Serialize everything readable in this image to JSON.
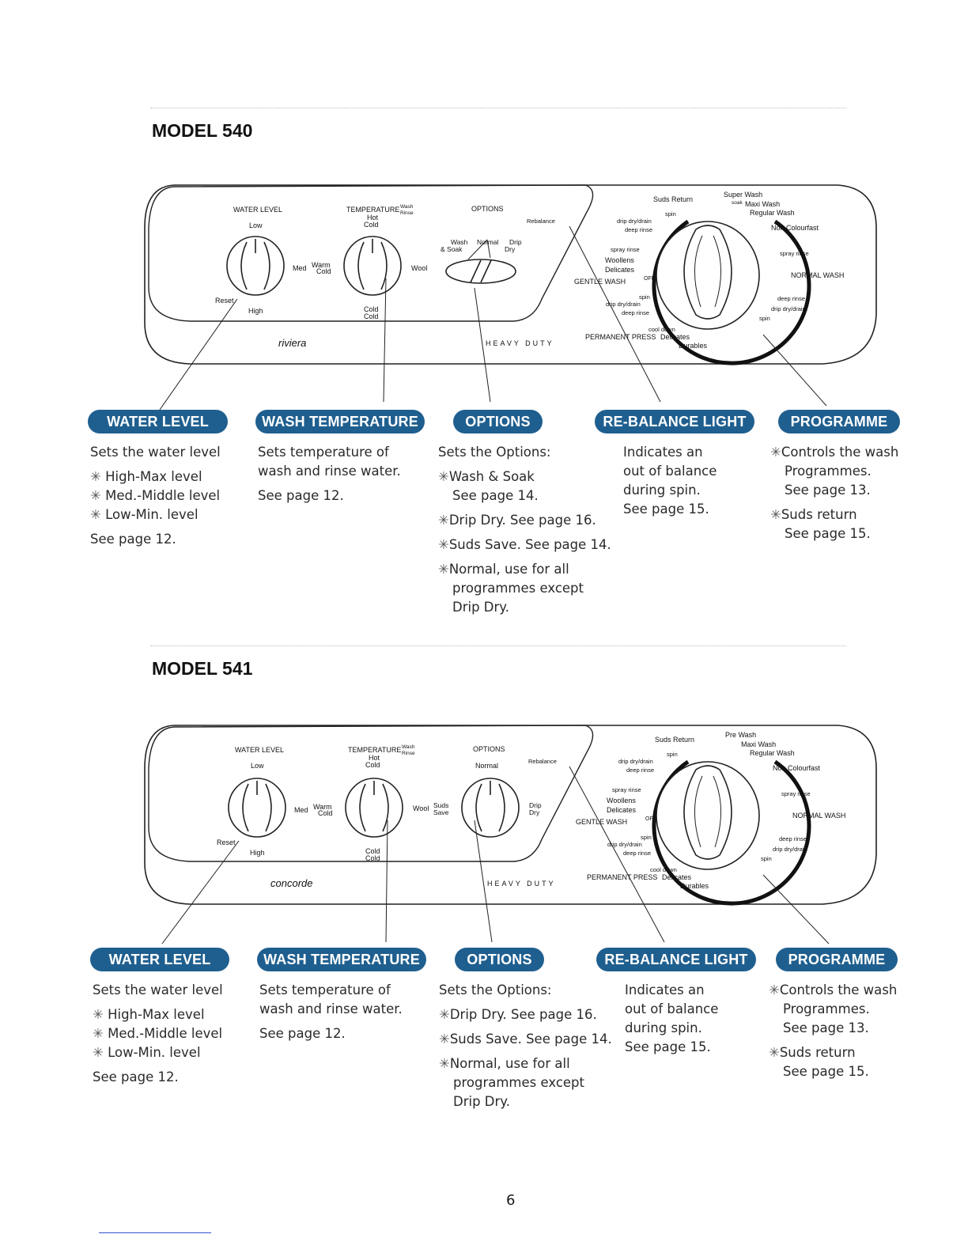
{
  "model540": {
    "title": "MODEL 540",
    "panel": {
      "water_level": "WATER LEVEL",
      "low": "Low",
      "med": "Med",
      "high": "High",
      "reset": "Reset",
      "temperature": "TEMPERATURE",
      "wash": "Wash",
      "rinse": "Rinse",
      "hot": "Hot",
      "cold": "Cold",
      "warm": "Warm",
      "wool": "Wool",
      "options": "OPTIONS",
      "rebalance": "Rebalance",
      "wash_soak": "Wash",
      "and_soak": "& Soak",
      "normal": "Normal",
      "drip": "Drip",
      "dry": "Dry",
      "brand": "riviera",
      "heavy_duty": "HEAVY DUTY",
      "suds_return": "Suds Return",
      "super_wash": "Super Wash",
      "soak": "soak",
      "maxi_wash": "Maxi Wash",
      "regular_wash": "Regular Wash",
      "non_colourfast": "Non Colourfast",
      "spray_rinse": "spray rinse",
      "normal_wash": "NORMAL WASH",
      "deep_rinse": "deep rinse",
      "drip_dry_drain": "drip dry/drain",
      "spin": "spin",
      "woollens": "Woollens",
      "delicates": "Delicates",
      "gentle_wash": "GENTLE WASH",
      "off": "OFF",
      "cool_down": "cool down",
      "permanent_press": "PERMANENT PRESS",
      "durables": "Durables"
    },
    "badges": [
      "WATER LEVEL",
      "WASH TEMPERATURE",
      "OPTIONS",
      "RE-BALANCE LIGHT",
      "PROGRAMME"
    ],
    "water_level": {
      "line1": "Sets the water level",
      "b1": "High-Max level",
      "b2": "Med.-Middle level",
      "b3": "Low-Min. level",
      "see": "See page 12."
    },
    "temperature": {
      "line1": "Sets temperature of",
      "line2": "wash and rinse water.",
      "see": "See page 12."
    },
    "options": {
      "line1": "Sets the Options:",
      "b1": "Wash & Soak",
      "b1see": "See page 14.",
      "b2": "Drip Dry. See page 16.",
      "b3": "Suds Save. See page 14.",
      "b4": "Normal, use for all",
      "b4a": "programmes except",
      "b4b": "Drip Dry."
    },
    "rebalance": {
      "l1": "Indicates an",
      "l2": "out of balance",
      "l3": "during spin.",
      "l4": "See page 15."
    },
    "programme": {
      "b1": "Controls the wash",
      "b1a": "Programmes.",
      "b1b": "See page 13.",
      "b2": "Suds return",
      "b2a": "See page 15."
    }
  },
  "model541": {
    "title": "MODEL 541",
    "panel": {
      "water_level": "WATER LEVEL",
      "low": "Low",
      "med": "Med",
      "high": "High",
      "reset": "Reset",
      "temperature": "TEMPERATURE",
      "wash": "Wash",
      "rinse": "Rinse",
      "hot": "Hot",
      "cold": "Cold",
      "warm": "Warm",
      "wool": "Wool",
      "options": "OPTIONS",
      "normal": "Normal",
      "suds_save_1": "Suds",
      "suds_save_2": "Save",
      "drip": "Drip",
      "dry": "Dry",
      "rebalance": "Rebalance",
      "brand": "concorde",
      "heavy_duty": "HEAVY DUTY",
      "suds_return": "Suds Return",
      "pre_wash": "Pre Wash",
      "maxi_wash": "Maxi Wash",
      "regular_wash": "Regular Wash",
      "non_colourfast": "Non Colourfast",
      "spray_rinse": "spray rinse",
      "normal_wash": "NORMAL WASH",
      "deep_rinse": "deep rinse",
      "drip_dry_drain": "drip dry/drain",
      "spin": "spin",
      "woollens": "Woollens",
      "delicates": "Delicates",
      "gentle_wash": "GENTLE WASH",
      "off": "OFF",
      "cool_down": "cool down",
      "permanent_press": "PERMANENT PRESS",
      "durables": "Durables"
    },
    "badges": [
      "WATER LEVEL",
      "WASH TEMPERATURE",
      "OPTIONS",
      "RE-BALANCE LIGHT",
      "PROGRAMME"
    ],
    "water_level": {
      "line1": "Sets the water level",
      "b1": "High-Max level",
      "b2": "Med.-Middle level",
      "b3": "Low-Min. level",
      "see": "See page 12."
    },
    "temperature": {
      "line1": "Sets temperature of",
      "line2": "wash and rinse water.",
      "see": "See page 12."
    },
    "options": {
      "line1": "Sets the Options:",
      "b1": "Drip Dry. See page 16.",
      "b2": "Suds Save. See page 14.",
      "b3": "Normal, use for all",
      "b3a": "programmes except",
      "b3b": "Drip Dry."
    },
    "rebalance": {
      "l1": "Indicates an",
      "l2": "out of balance",
      "l3": "during spin.",
      "l4": "See page 15."
    },
    "programme": {
      "b1": "Controls the wash",
      "b1a": "Programmes.",
      "b1b": "See page 13.",
      "b2": "Suds return",
      "b2a": "See page 15."
    }
  },
  "bullet": "✳",
  "page_number": "6"
}
